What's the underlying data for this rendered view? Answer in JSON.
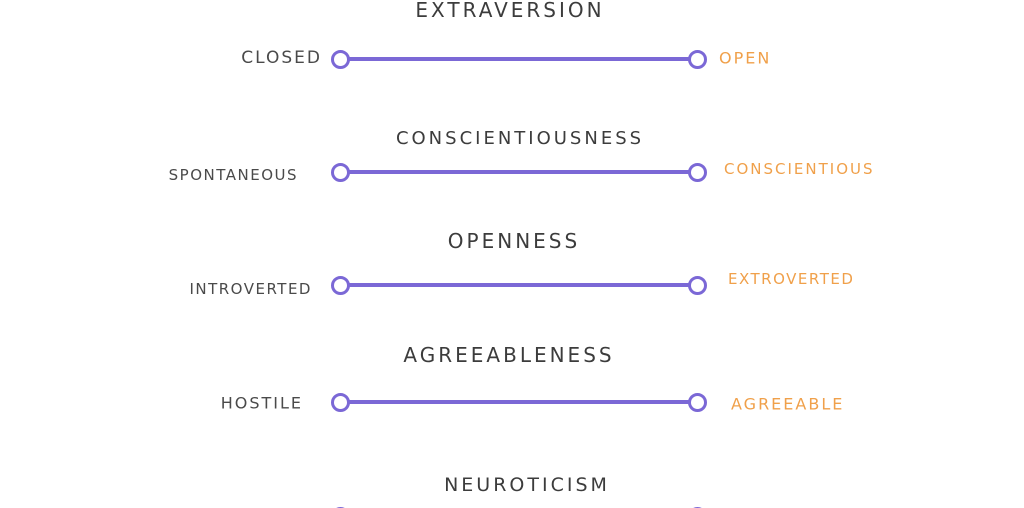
{
  "colors": {
    "accent": "#7b68d6",
    "left_text": "#4a4a4a",
    "right_text": "#f0a04a",
    "heading_text": "#3c3c3c"
  },
  "traits": [
    {
      "name": "EXTRAVERSION",
      "left": "CLOSED",
      "right": "OPEN"
    },
    {
      "name": "CONSCIENTIOUSNESS",
      "left": "SPONTANEOUS",
      "right": "CONSCIENTIOUS"
    },
    {
      "name": "OPENNESS",
      "left": "INTROVERTED",
      "right": "EXTROVERTED"
    },
    {
      "name": "AGREEABLENESS",
      "left": "HOSTILE",
      "right": "AGREEABLE"
    },
    {
      "name": "NEUROTICISM",
      "left": "",
      "right": ""
    }
  ]
}
